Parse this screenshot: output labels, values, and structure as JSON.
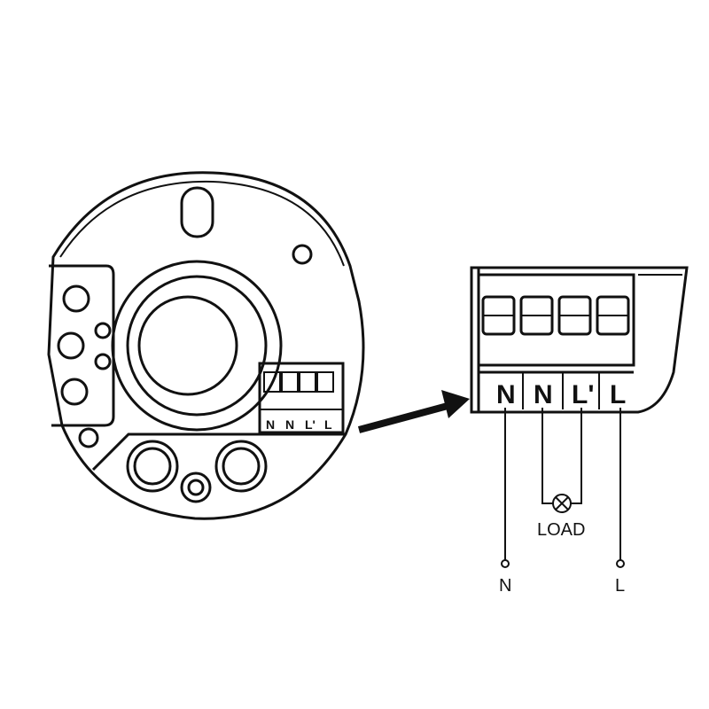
{
  "device": {
    "terminal_labels": [
      "N",
      "N",
      "L'",
      "L"
    ]
  },
  "terminal_block": {
    "terminal_labels": [
      "N",
      "N",
      "L'",
      "L"
    ]
  },
  "wiring": {
    "load_label": "LOAD",
    "neutral_label": "N",
    "live_label": "L"
  }
}
